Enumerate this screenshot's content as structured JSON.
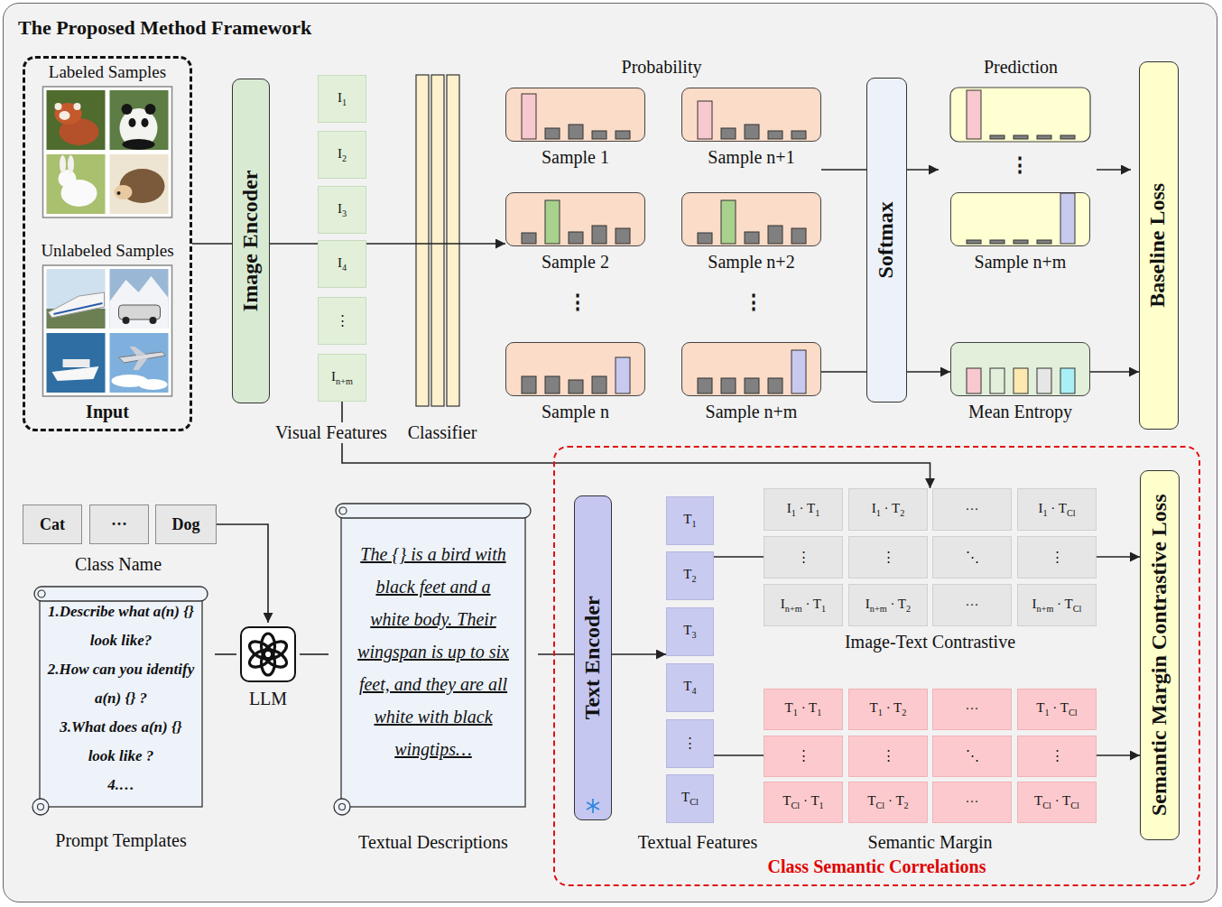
{
  "diagram": {
    "title": "The Proposed Method Framework",
    "nodes": [
      {
        "text": [
          "Input"
        ]
      },
      {
        "text": [
          "Labeled Samples"
        ],
        "in": 0
      },
      {
        "text": [
          "Unlabeled Samples"
        ],
        "in": 0
      },
      {
        "text": [
          "Image Encoder"
        ]
      },
      {
        "text": [
          "I1"
        ]
      },
      {
        "text": [
          "I2"
        ]
      },
      {
        "text": [
          "I3"
        ]
      },
      {
        "text": [
          "I4"
        ]
      },
      {
        "text": [
          "⋮"
        ]
      },
      {
        "text": [
          "In+m"
        ]
      },
      {
        "text": [
          "Sample 1"
        ]
      },
      {
        "text": [
          "Sample n+1"
        ]
      },
      {
        "text": [
          "Sample 2"
        ]
      },
      {
        "text": [
          "Sample n+2"
        ]
      },
      {
        "text": [
          "Sample n"
        ]
      },
      {
        "text": [
          "Sample n+m"
        ]
      },
      {
        "text": [
          "Softmax"
        ]
      },
      {
        "text": [
          "Sample n+m"
        ]
      },
      {
        "text": [
          "Mean Entropy"
        ]
      },
      {
        "text": [
          "Baseline Loss"
        ]
      },
      {
        "text": [
          "Cat"
        ]
      },
      {
        "text": [
          "···"
        ]
      },
      {
        "text": [
          "Dog"
        ]
      },
      {
        "text": [
          "1.Describe what a(n) {} look like?",
          "2.How can you identify a(n) {} ?",
          "3.What does a(n) {} look like ?",
          "4.…",
          "Prompt Templates"
        ]
      },
      {
        "text": [
          "LLM"
        ]
      },
      {
        "text": [
          "The {} is a bird with black feet and a white body. Their wingspan is up to six feet, and they are all white with black wingtips…",
          "Textual Descriptions"
        ]
      },
      {
        "text": [
          "Class Semantic Correlations"
        ]
      },
      {
        "text": [
          "Text Encoder"
        ],
        "in": 26
      },
      {
        "text": [
          "T1"
        ],
        "in": 26
      },
      {
        "text": [
          "T2"
        ],
        "in": 26
      },
      {
        "text": [
          "T3"
        ],
        "in": 26
      },
      {
        "text": [
          "T4"
        ],
        "in": 26
      },
      {
        "text": [
          "⋮"
        ],
        "in": 26
      },
      {
        "text": [
          "TCl"
        ],
        "in": 26
      },
      {
        "text": [
          "Image-Text Contrastive"
        ],
        "in": 26
      },
      {
        "text": [
          "I1 · T1"
        ],
        "in": 34
      },
      {
        "text": [
          "I1 · T2"
        ],
        "in": 34
      },
      {
        "text": [
          "···"
        ],
        "in": 34
      },
      {
        "text": [
          "I1 · TCl"
        ],
        "in": 34
      },
      {
        "text": [
          "⋮"
        ],
        "in": 34
      },
      {
        "text": [
          "⋮"
        ],
        "in": 34
      },
      {
        "text": [
          "⋱"
        ],
        "in": 34
      },
      {
        "text": [
          "⋮"
        ],
        "in": 34
      },
      {
        "text": [
          "In+m · T1"
        ],
        "in": 34
      },
      {
        "text": [
          "In+m · T2"
        ],
        "in": 34
      },
      {
        "text": [
          "···"
        ],
        "in": 34
      },
      {
        "text": [
          "In+m · TCl"
        ],
        "in": 34
      },
      {
        "text": [
          "Semantic Margin"
        ],
        "in": 26
      },
      {
        "text": [
          "T1 · T1"
        ],
        "in": 47
      },
      {
        "text": [
          "T1 · T2"
        ],
        "in": 47
      },
      {
        "text": [
          "···"
        ],
        "in": 47
      },
      {
        "text": [
          "T1 · TCl"
        ],
        "in": 47
      },
      {
        "text": [
          "⋮"
        ],
        "in": 47
      },
      {
        "text": [
          "⋮"
        ],
        "in": 47
      },
      {
        "text": [
          "⋱"
        ],
        "in": 47
      },
      {
        "text": [
          "⋮"
        ],
        "in": 47
      },
      {
        "text": [
          "TCl · T1"
        ],
        "in": 47
      },
      {
        "text": [
          "TCl · T2"
        ],
        "in": 47
      },
      {
        "text": [
          "···"
        ],
        "in": 47
      },
      {
        "text": [
          "TCl · TCl"
        ],
        "in": 47
      },
      {
        "text": [
          "Semantic Margin Contrastive Loss"
        ],
        "in": 26
      }
    ],
    "edges": [
      {
        "from": 0,
        "to": 3,
        "arrow": "none"
      },
      {
        "from": 3,
        "to": 7,
        "arrow": "none"
      },
      {
        "from": 7,
        "to": 12,
        "arrow": "to"
      },
      {
        "from": 11,
        "to": 16,
        "arrow": "none"
      },
      {
        "from": 15,
        "to": 16,
        "arrow": "none"
      },
      {
        "from": 16,
        "to": 18,
        "arrow": "to"
      },
      {
        "from": 18,
        "to": 19,
        "arrow": "to"
      },
      {
        "from": 22,
        "to": 24,
        "arrow": "to"
      },
      {
        "from": 23,
        "to": 24,
        "arrow": "none"
      },
      {
        "from": 24,
        "to": 25,
        "arrow": "none"
      },
      {
        "from": 25,
        "to": 27,
        "arrow": "none"
      },
      {
        "from": 27,
        "to": 30,
        "arrow": "to"
      },
      {
        "from": 29,
        "to": 34,
        "arrow": "none"
      },
      {
        "from": 34,
        "to": 60,
        "arrow": "to"
      },
      {
        "from": 32,
        "to": 47,
        "arrow": "none"
      },
      {
        "from": 47,
        "to": 60,
        "arrow": "to"
      },
      {
        "from": 9,
        "to": 34,
        "arrow": "to"
      }
    ],
    "labels": [
      "Probability",
      "Prediction",
      "⋮",
      "⋮",
      "⋮",
      "Visual Features",
      "Classifier",
      "Class Name",
      "Textual Features"
    ]
  }
}
